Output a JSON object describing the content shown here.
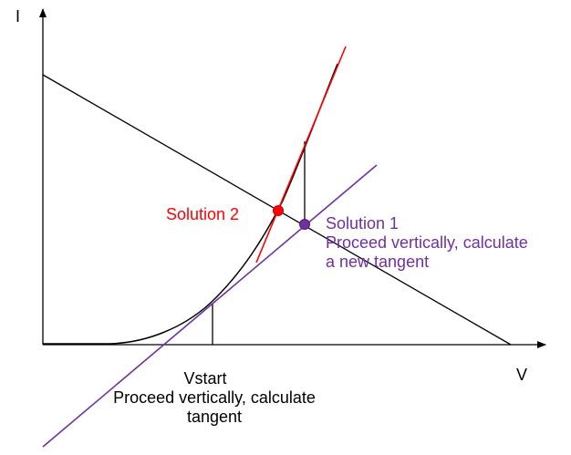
{
  "axes": {
    "y_label": "I",
    "x_label": "V"
  },
  "annotations": {
    "solution2": "Solution 2",
    "solution1": {
      "title": "Solution 1",
      "line2": "Proceed vertically, calculate",
      "line3": "a new tangent"
    },
    "vstart": {
      "title": "Vstart",
      "line2": "Proceed vertically, calculate",
      "line3": "tangent"
    }
  },
  "colors": {
    "axes": "#000000",
    "curve": "#000000",
    "load_line": "#000000",
    "tangent_1": "#7030a0",
    "tangent_2": "#ff0000",
    "solution1_point": "#7030a0",
    "solution2_point": "#ff0000",
    "solution1_text": "#7030a0",
    "solution2_text": "#ff0000",
    "vstart_text": "#000000"
  }
}
